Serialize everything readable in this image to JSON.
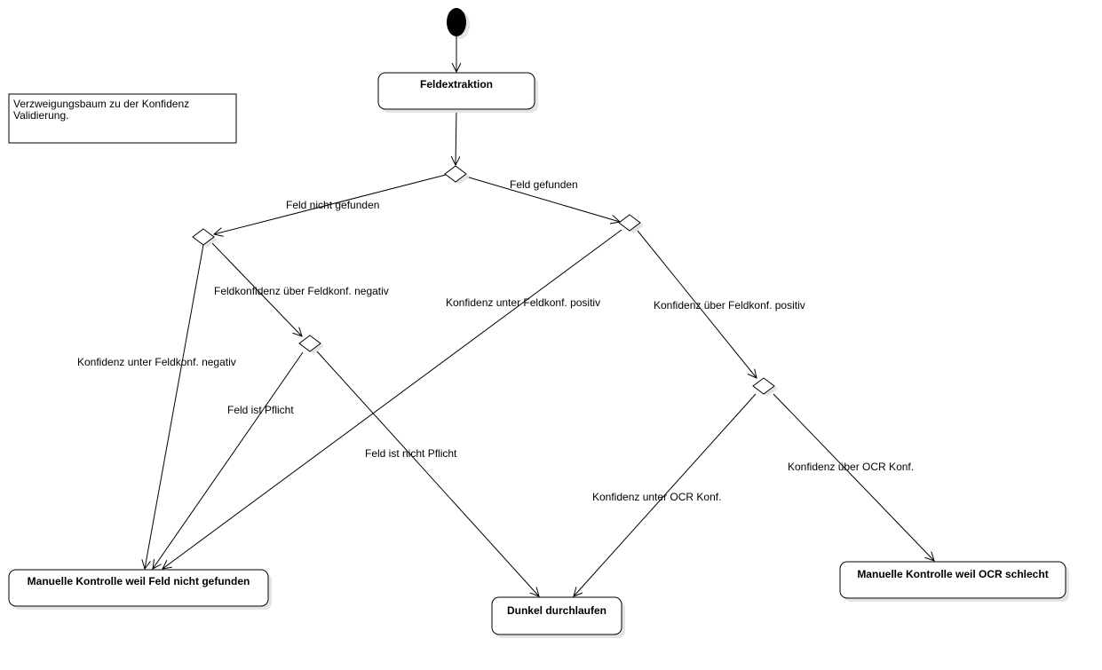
{
  "note": {
    "line1": "Verzweigungsbaum zu der Konfidenz",
    "line2": "Validierung."
  },
  "nodes": {
    "feldextraktion": "Feldextraktion",
    "manual_not_found": "Manuelle Kontrolle weil Feld nicht gefunden",
    "dunkel": "Dunkel durchlaufen",
    "manual_ocr": "Manuelle Kontrolle weil OCR schlecht"
  },
  "edges": {
    "feld_nicht_gefunden": "Feld nicht gefunden",
    "feld_gefunden": "Feld gefunden",
    "feldkonf_ueber_negativ": "Feldkonfidenz über Feldkonf. negativ",
    "konf_unter_negativ": "Konfidenz unter Feldkonf. negativ",
    "feld_pflicht": "Feld ist Pflicht",
    "feld_nicht_pflicht": "Feld ist nicht Pflicht",
    "konf_unter_positiv": "Konfidenz unter Feldkonf. positiv",
    "konf_ueber_positiv": "Konfidenz über Feldkonf. positiv",
    "konf_unter_ocr": "Konfidenz unter OCR Konf.",
    "konf_ueber_ocr": "Konfidenz über OCR Konf."
  }
}
